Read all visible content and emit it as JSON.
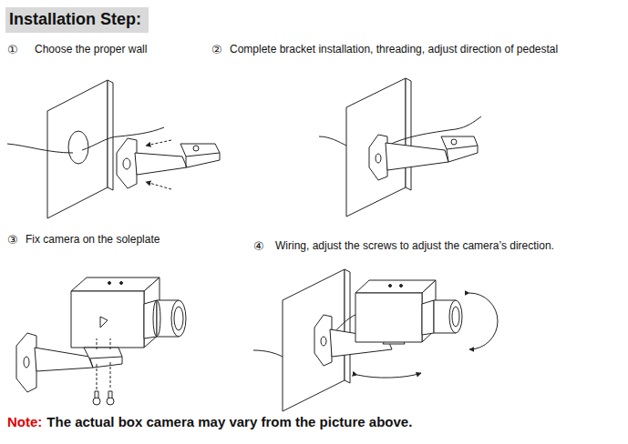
{
  "diagram": {
    "title": "Installation Step:",
    "labels": [
      "①",
      "Choose the proper wall",
      "②",
      "Complete bracket installation, threading, adjust direction of pedestal",
      "③",
      "Fix camera on the soleplate",
      "④",
      "Wiring, adjust the screws to adjust the camera’s direction.",
      "Note:",
      "The actual box camera may vary from the picture above."
    ]
  }
}
